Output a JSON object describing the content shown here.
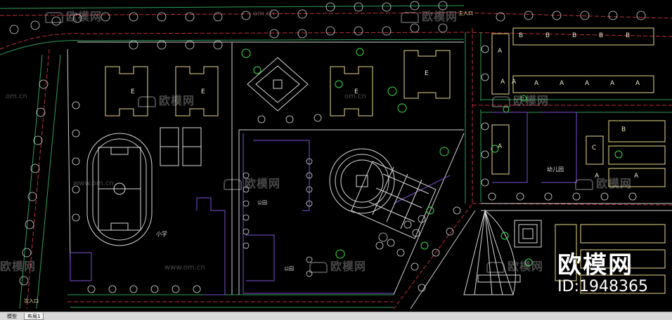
{
  "watermark": {
    "brand": "欧模网",
    "url": "om.cn",
    "url_long": "www.om.cn",
    "id_label": "ID:1948365"
  },
  "plan_labels": {
    "building_letters": [
      "B",
      "B",
      "B",
      "B",
      "B",
      "A",
      "A",
      "A",
      "A",
      "A",
      "A",
      "A",
      "A",
      "A",
      "B",
      "C",
      "E",
      "E",
      "E",
      "E",
      "A",
      "A"
    ],
    "kindergarten": "幼儿园",
    "school": "小学",
    "park_a": "公园",
    "park_b": "公园",
    "entrance_left": "次入口",
    "entrance_top": "主入口"
  },
  "tabs": [
    {
      "label": "模型"
    },
    {
      "label": "布局1"
    }
  ],
  "colors": {
    "background": "#000000",
    "road_white": "#d0d0d0",
    "road_red": "#c0303a",
    "road_green": "#2f9e5a",
    "purple": "#7a4fd6",
    "yellow": "#e8d98a",
    "tree_green": "#3ddc4a"
  }
}
